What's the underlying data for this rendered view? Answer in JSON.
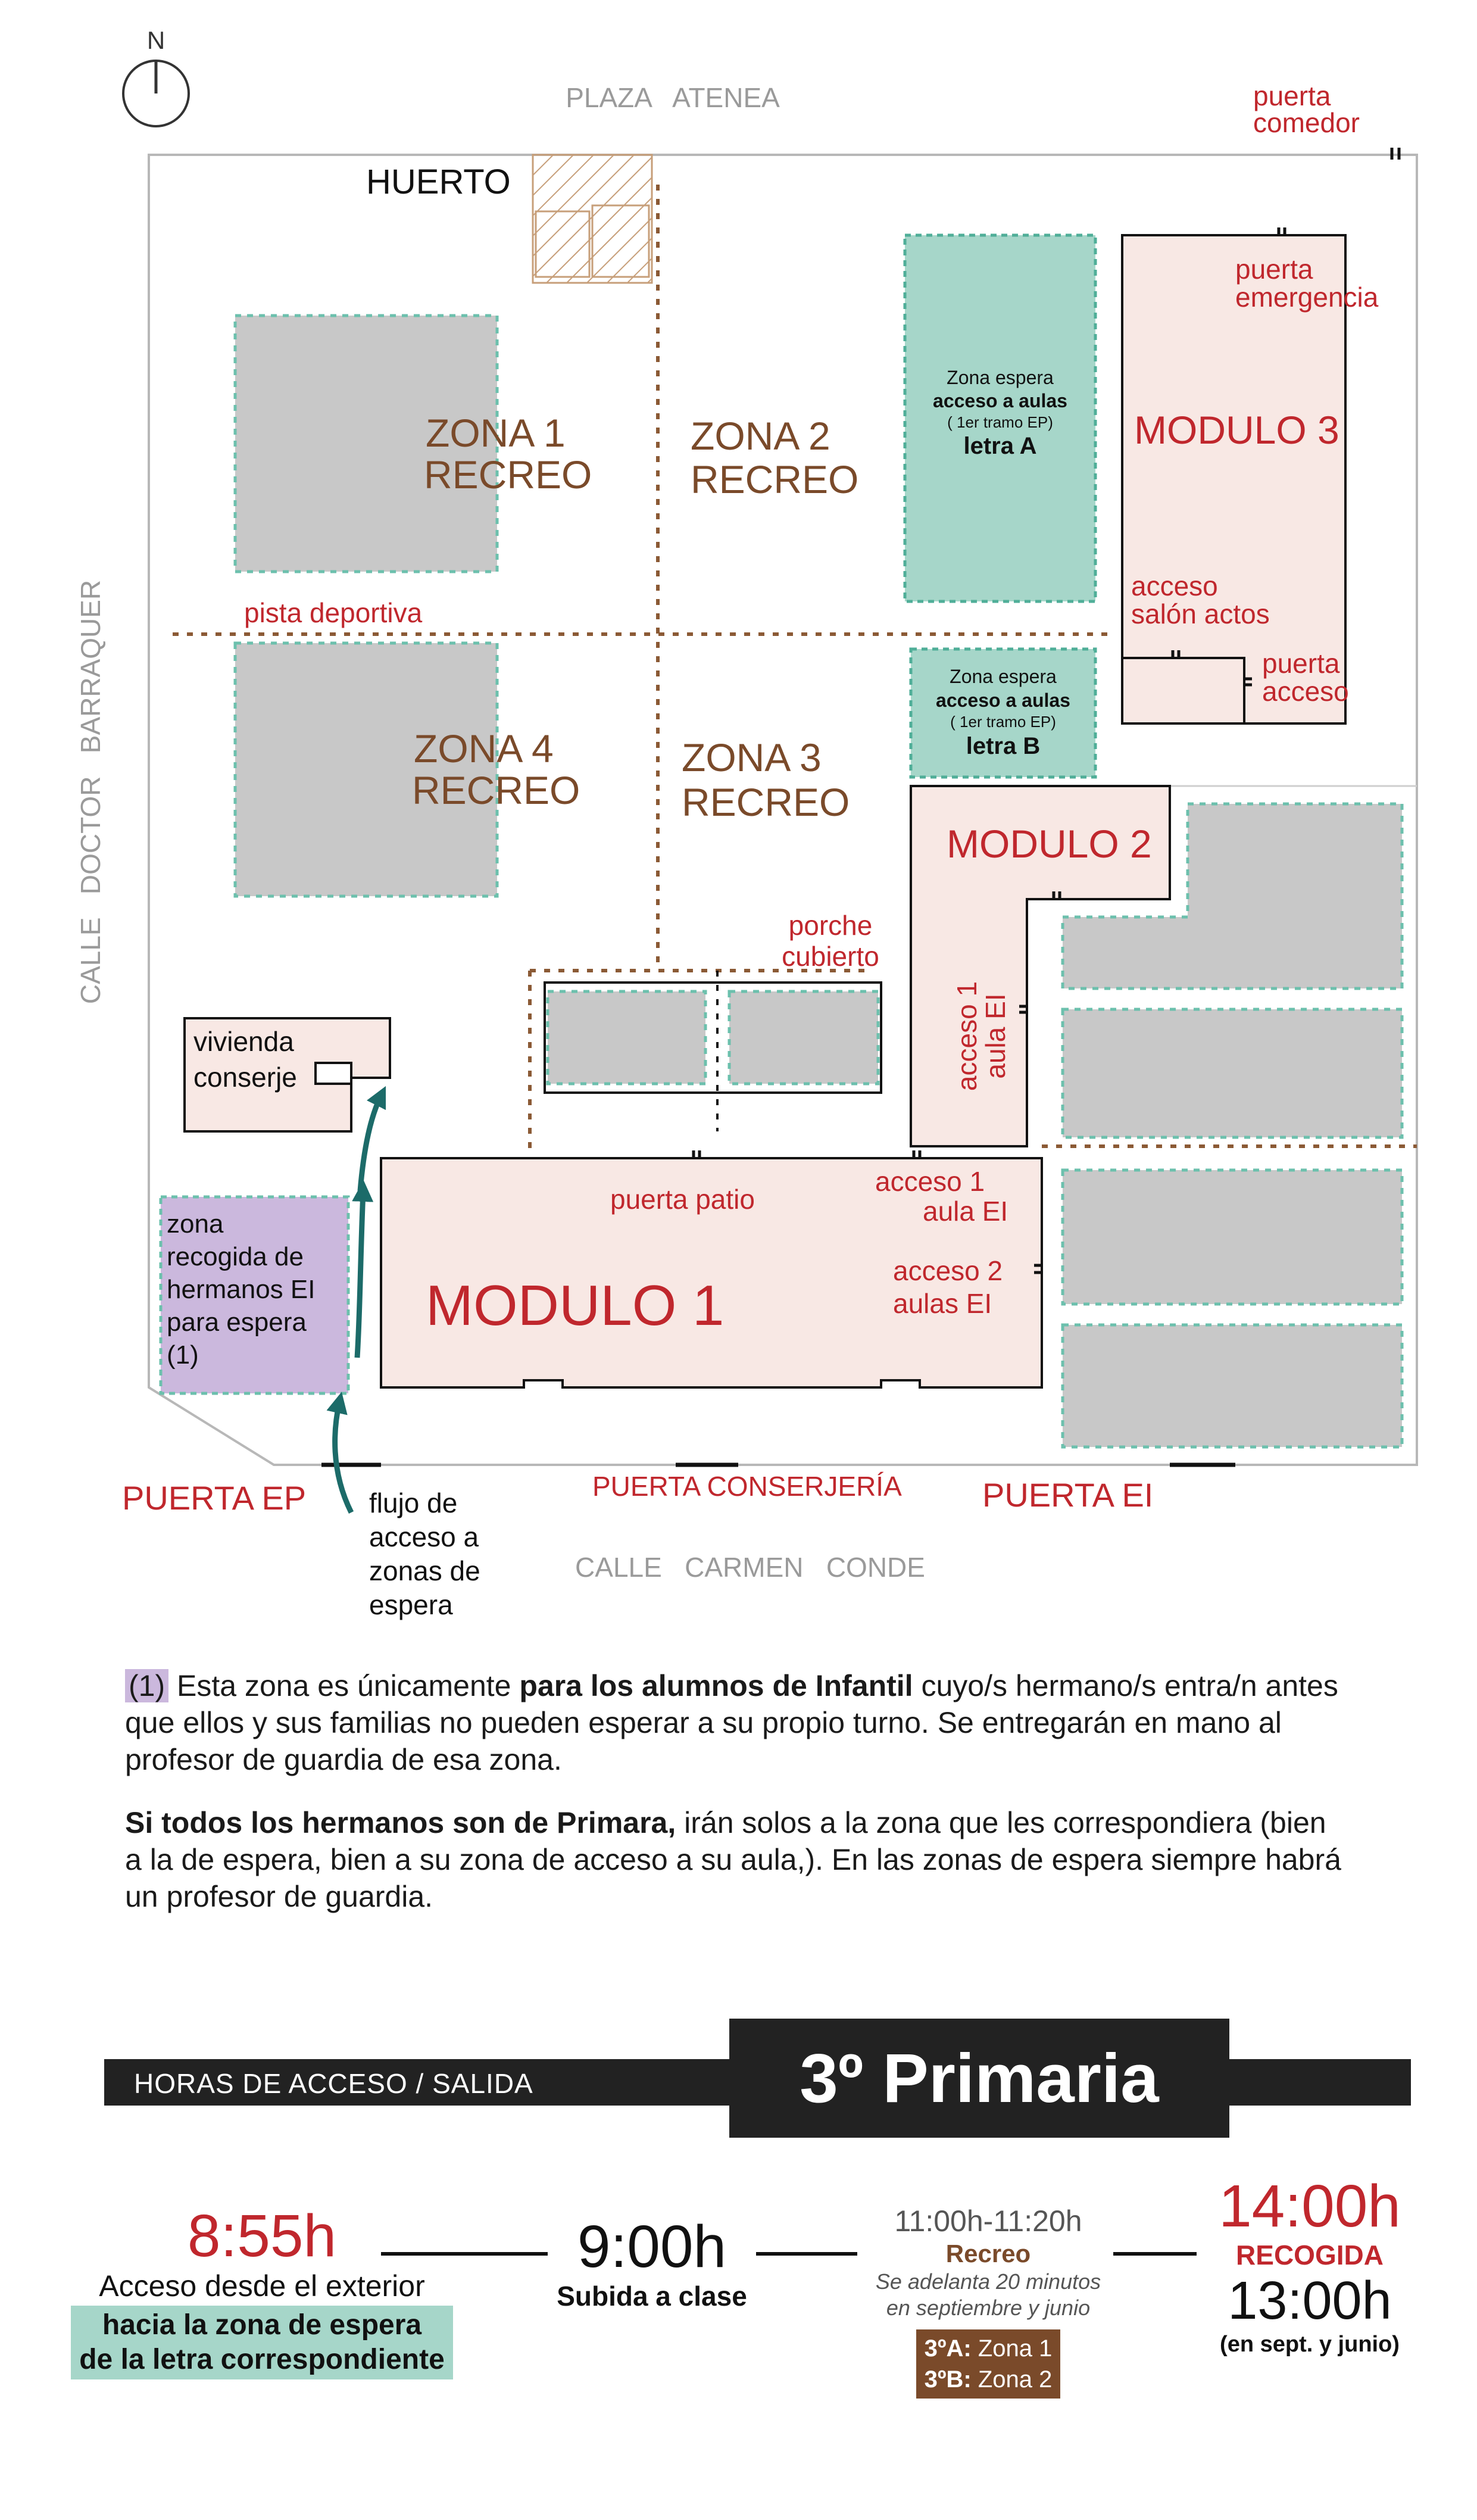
{
  "compass": {
    "label": "N"
  },
  "streets": {
    "north": "PLAZA   ATENEA",
    "south": "CALLE   CARMEN   CONDE",
    "west": "CALLE   DOCTOR   BARRAQUER"
  },
  "doors": {
    "comedor": [
      "puerta",
      "comedor"
    ],
    "emergencia": [
      "puerta",
      "emergencia"
    ],
    "acceso": [
      "puerta",
      "acceso"
    ],
    "patio": "puerta patio",
    "ep": "PUERTA EP",
    "conserjeria": "PUERTA CONSERJERÍA",
    "ei": "PUERTA EI"
  },
  "zones": {
    "huerto": "HUERTO",
    "zona1": [
      "ZONA 1",
      "RECREO"
    ],
    "zona2": [
      "ZONA 2",
      "RECREO"
    ],
    "zona3": [
      "ZONA 3",
      "RECREO"
    ],
    "zona4": [
      "ZONA 4",
      "RECREO"
    ],
    "pista": "pista deportiva",
    "porche": [
      "porche",
      "cubierto"
    ],
    "vivienda": [
      "vivienda",
      "conserje"
    ],
    "recogida": [
      "zona",
      "recogida de",
      "hermanos EI",
      "para espera",
      "(1)"
    ]
  },
  "waiting": {
    "a": [
      "Zona espera",
      "acceso a aulas",
      "( 1er tramo EP)",
      "letra A"
    ],
    "b": [
      "Zona espera",
      "acceso a aulas",
      "( 1er tramo EP)",
      "letra B"
    ]
  },
  "modules": {
    "m1": "MODULO 1",
    "m2": "MODULO 2",
    "m3": "MODULO 3",
    "salon": [
      "acceso",
      "salón actos"
    ],
    "aula_ei_vertical": [
      "acceso 1",
      "aula EI"
    ],
    "aula1_ei": [
      "acceso 1",
      "aula EI"
    ],
    "aulas2_ei": [
      "acceso 2",
      "aulas EI"
    ]
  },
  "flow": [
    "flujo de",
    "acceso a",
    "zonas de",
    "espera"
  ],
  "notes": {
    "p1_tag": "(1)",
    "p1_a": " Esta zona es únicamente ",
    "p1_b": "para los alumnos de Infantil",
    "p1_c": " cuyo/s hermano/s entra/n antes que ellos y sus familias no pueden esperar a su propio turno. Se entregarán en mano al profesor de guardia de esa zona.",
    "p2_b": "Si todos los hermanos son de Primara,",
    "p2_c": " irán solos a la zona que les correspondiera (bien a la de espera, bien a su zona de acceso a su aula,). En las zonas de espera siempre habrá un profesor de guardia."
  },
  "schedule": {
    "header": "HORAS DE ACCESO / SALIDA",
    "grade": "3º Primaria",
    "t1_time": "8:55h",
    "t1_label": "Acceso desde el exterior",
    "t1_highlight": [
      "hacia la zona de espera",
      "de la letra correspondiente"
    ],
    "t2_time": "9:00h",
    "t2_label": "Subida a clase",
    "t3_time": "11:00h-11:20h",
    "t3_label": "Recreo",
    "t3_note": [
      "Se adelanta 20 minutos",
      "en septiembre y junio"
    ],
    "t3_zones": [
      {
        "k": "3ºA:",
        "v": " Zona 1"
      },
      {
        "k": "3ºB:",
        "v": " Zona 2"
      }
    ],
    "t4_time": "14:00h",
    "t4_label": "RECOGIDA",
    "t4_alt_time": "13:00h",
    "t4_alt_note": "(en sept. y junio)"
  },
  "colors": {
    "red": "#c0272d",
    "brown": "#7a4a2a",
    "teal": "#a6d6c9",
    "teal_edge": "#4fae98",
    "pink": "#f8e8e4",
    "grey": "#c8c8c8",
    "purple": "#cbb8dd",
    "arrow": "#1c6b69"
  }
}
